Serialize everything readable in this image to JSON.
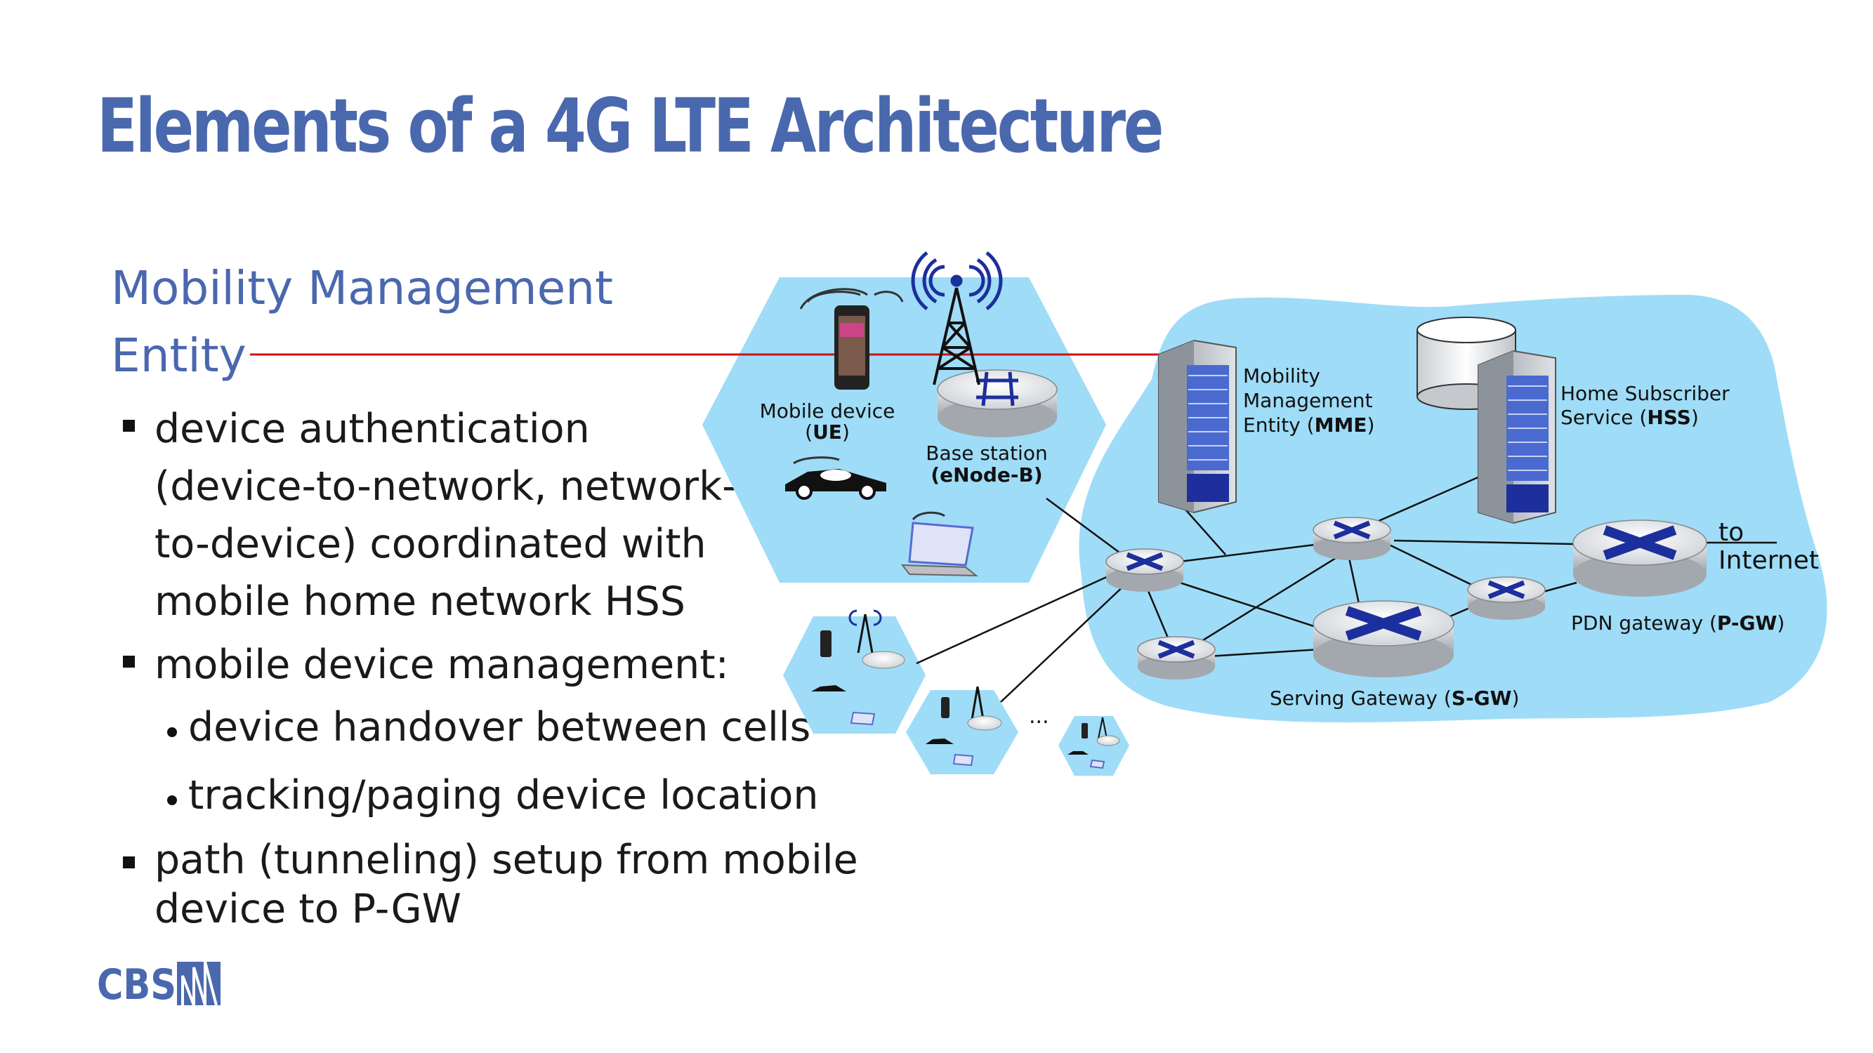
{
  "slide": {
    "title": "Elements of a 4G LTE Architecture",
    "logo_text": "CBS",
    "heading_line1": "Mobility Management",
    "heading_line2": "Entity",
    "bullets": [
      {
        "lines": [
          "device authentication",
          "(device-to-network, network-",
          "to-device) coordinated with",
          "mobile home network HSS"
        ]
      },
      {
        "lines": [
          "mobile device management:"
        ]
      },
      {
        "lines": [
          "path (tunneling) setup from mobile",
          "device to P-GW"
        ]
      }
    ],
    "sub_bullets": [
      "device handover between cells",
      "tracking/paging device location"
    ]
  },
  "diagram": {
    "mobile_device_label": "Mobile device",
    "mobile_device_abbr": "UE",
    "base_station_label": "Base station",
    "base_station_abbr": "eNode-B",
    "mme_label_lines": [
      "Mobility",
      "Management",
      "Entity (MME)"
    ],
    "mme_abbr": "MME",
    "hss_label_lines": [
      "Home Subscriber",
      "Service (HSS)"
    ],
    "hss_abbr": "HSS",
    "internet_label_lines": [
      "to",
      "Internet"
    ],
    "pgw_label": "PDN gateway (P-GW)",
    "pgw_abbr": "P-GW",
    "sgw_label": "Serving Gateway (S-GW)",
    "sgw_abbr": "S-GW",
    "ellipsis": "...",
    "colors": {
      "network_blue": "#9fdcf7",
      "accent_blue": "#4a68ae",
      "pointer_red": "#cc1111",
      "router_x": "#1d2f9c"
    }
  }
}
